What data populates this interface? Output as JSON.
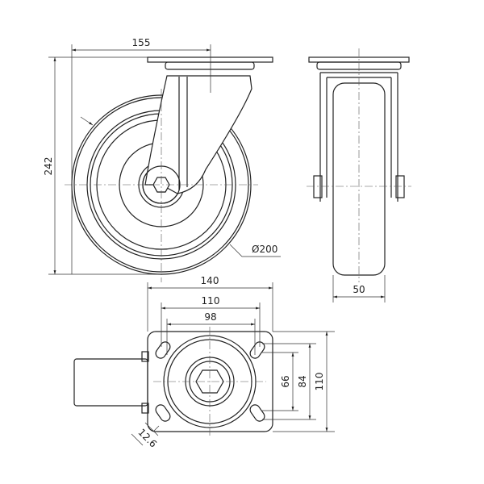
{
  "title": "Swivel castor technical drawing",
  "side_view": {
    "width_dim": "155",
    "height_dim": "242",
    "diameter_dim": "Ø200"
  },
  "front_view": {
    "wheel_width_dim": "50"
  },
  "plate_view": {
    "plate_length_dim": "140",
    "hole_spacing_outer_dim": "110",
    "hole_spacing_inner_dim": "98",
    "hole_spacing_v_inner_dim": "66",
    "hole_spacing_v_mid_dim": "84",
    "plate_width_dim": "110",
    "slot_width_dim": "12.6"
  },
  "colors": {
    "line": "#222222",
    "background": "#ffffff"
  }
}
